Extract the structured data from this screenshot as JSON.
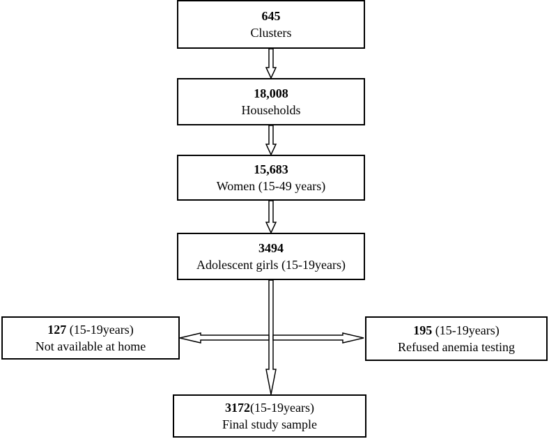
{
  "boxes": {
    "clusters": {
      "number": "645",
      "label": "Clusters"
    },
    "households": {
      "number": "18,008",
      "label": "Households"
    },
    "women": {
      "number": "15,683",
      "label": "Women (15-49 years)"
    },
    "girls": {
      "number": "3494",
      "label": "Adolescent girls (15-19years)"
    },
    "not_available": {
      "number": "127",
      "qualifier": " (15-19years)",
      "label": "Not available at home"
    },
    "refused": {
      "number": "195",
      "qualifier": " (15-19years)",
      "label": "Refused anemia testing"
    },
    "final": {
      "number": "3172",
      "qualifier": "(15-19years)",
      "label": "Final study sample"
    }
  },
  "colors": {
    "stroke": "#000000",
    "fill": "#ffffff"
  }
}
